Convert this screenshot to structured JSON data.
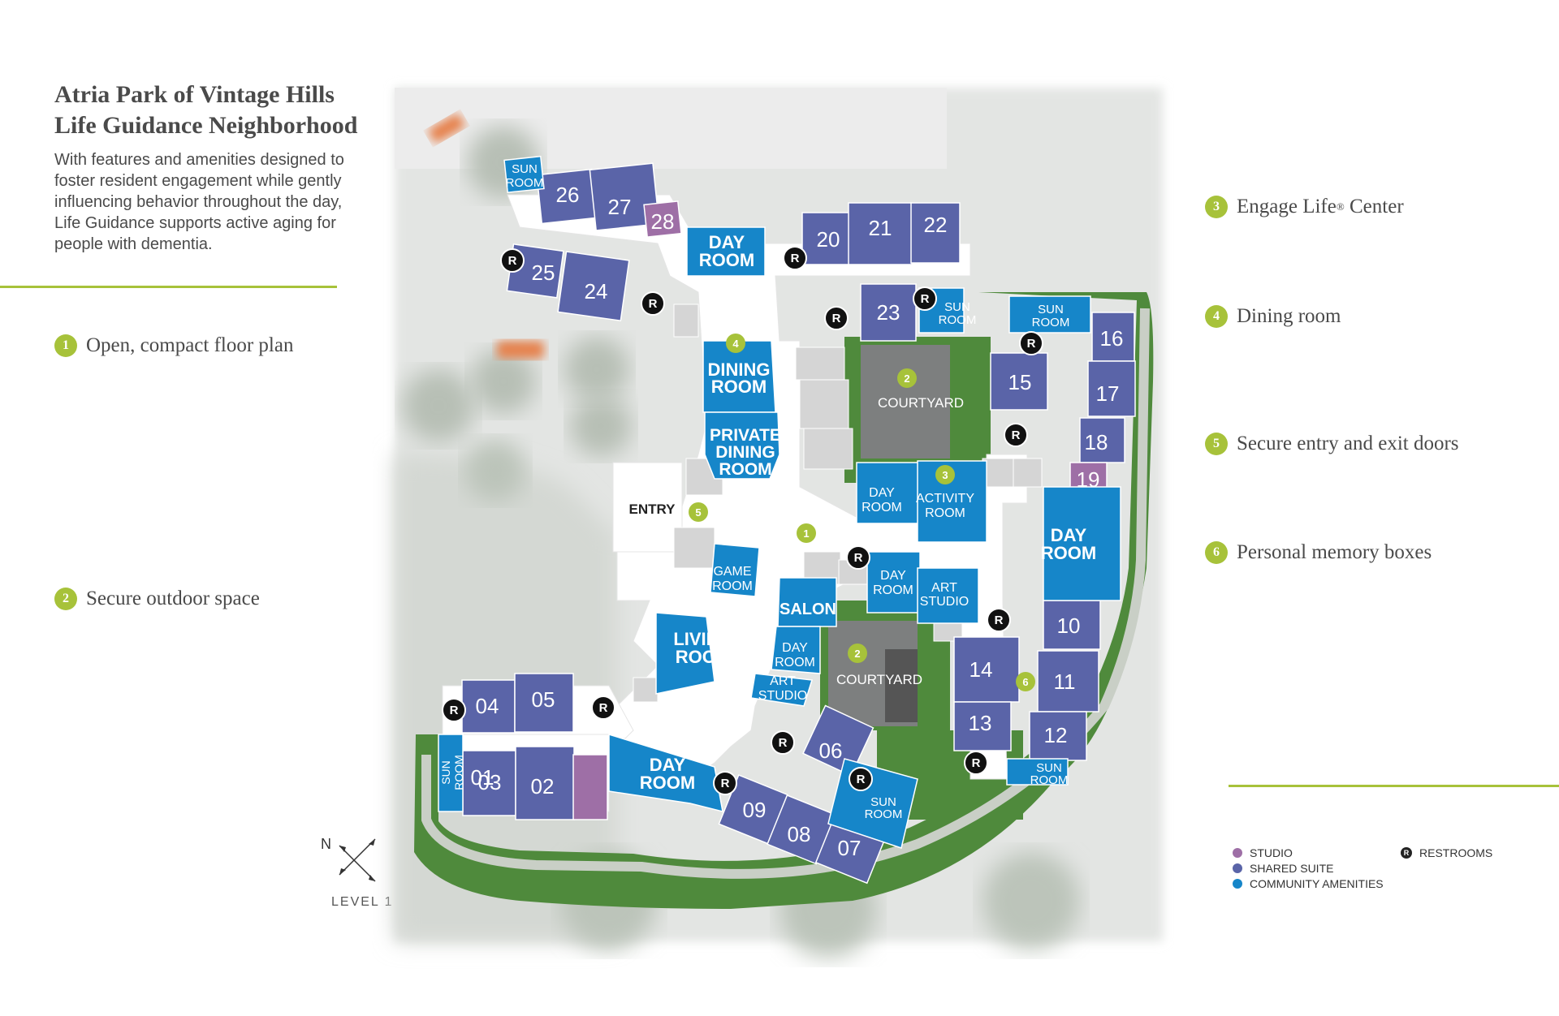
{
  "title": {
    "line1": "Atria Park of Vintage Hills",
    "line2": "Life Guidance Neighborhood"
  },
  "intro": "With features and amenities designed to foster resident engagement while gently influencing behavior throughout the day, Life Guidance supports active aging for people with dementia.",
  "features_left": [
    {
      "num": "1",
      "label": "Open, compact floor plan"
    },
    {
      "num": "2",
      "label": "Secure outdoor space"
    }
  ],
  "features_right": [
    {
      "num": "3",
      "label": "Engage Life",
      "mark": "®",
      "suffix": " Center"
    },
    {
      "num": "4",
      "label": "Dining room"
    },
    {
      "num": "5",
      "label": "Secure entry and exit doors"
    },
    {
      "num": "6",
      "label": "Personal memory boxes"
    }
  ],
  "legend": {
    "studio": "STUDIO",
    "shared_suite": "SHARED SUITE",
    "community": "COMMUNITY AMENITIES",
    "restrooms": "RESTROOMS",
    "restroom_symbol": "R"
  },
  "colors": {
    "studio": "#9e6fa6",
    "shared_suite": "#5a64a8",
    "community": "#1686c9",
    "accent": "#a7c23a"
  },
  "compass": {
    "north": "N",
    "level": "LEVEL 1"
  },
  "map": {
    "suites": {
      "s01": "01",
      "s02": "02",
      "s03": "03",
      "s04": "04",
      "s05": "05",
      "s06": "06",
      "s07": "07",
      "s08": "08",
      "s09": "09",
      "s10": "10",
      "s11": "11",
      "s12": "12",
      "s13": "13",
      "s14": "14",
      "s15": "15",
      "s16": "16",
      "s17": "17",
      "s18": "18",
      "s19": "19",
      "s20": "20",
      "s21": "21",
      "s22": "22",
      "s23": "23",
      "s24": "24",
      "s25": "25",
      "s26": "26",
      "s27": "27",
      "s28": "28"
    },
    "amenities": {
      "sun": "SUN",
      "room": "ROOM",
      "day": "DAY",
      "dining": "DINING",
      "private": "PRIVATE",
      "activity": "ACTIVITY",
      "art": "ART",
      "studio": "STUDIO",
      "game": "GAME",
      "living": "LIVING",
      "salon": "SALON",
      "courtyard": "COURTYARD",
      "entry": "ENTRY"
    },
    "markers": [
      "1",
      "2",
      "3",
      "4",
      "5",
      "6"
    ]
  }
}
